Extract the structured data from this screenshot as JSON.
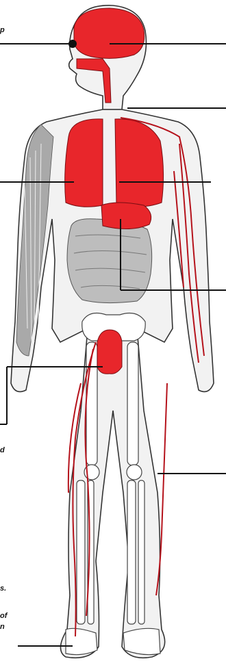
{
  "labels": {
    "fragment_top": "p",
    "fragment_mid": "d",
    "fragment_low": "s.",
    "fragment_of": "of",
    "fragment_n": "n"
  },
  "colors": {
    "organ_red": "#e8262b",
    "vessel_red": "#b5121b",
    "outline": "#333333",
    "skin": "#f2f2f2",
    "muscle_gray": "#a9a9a9",
    "bone": "#ffffff",
    "leader_line": "#111111"
  }
}
